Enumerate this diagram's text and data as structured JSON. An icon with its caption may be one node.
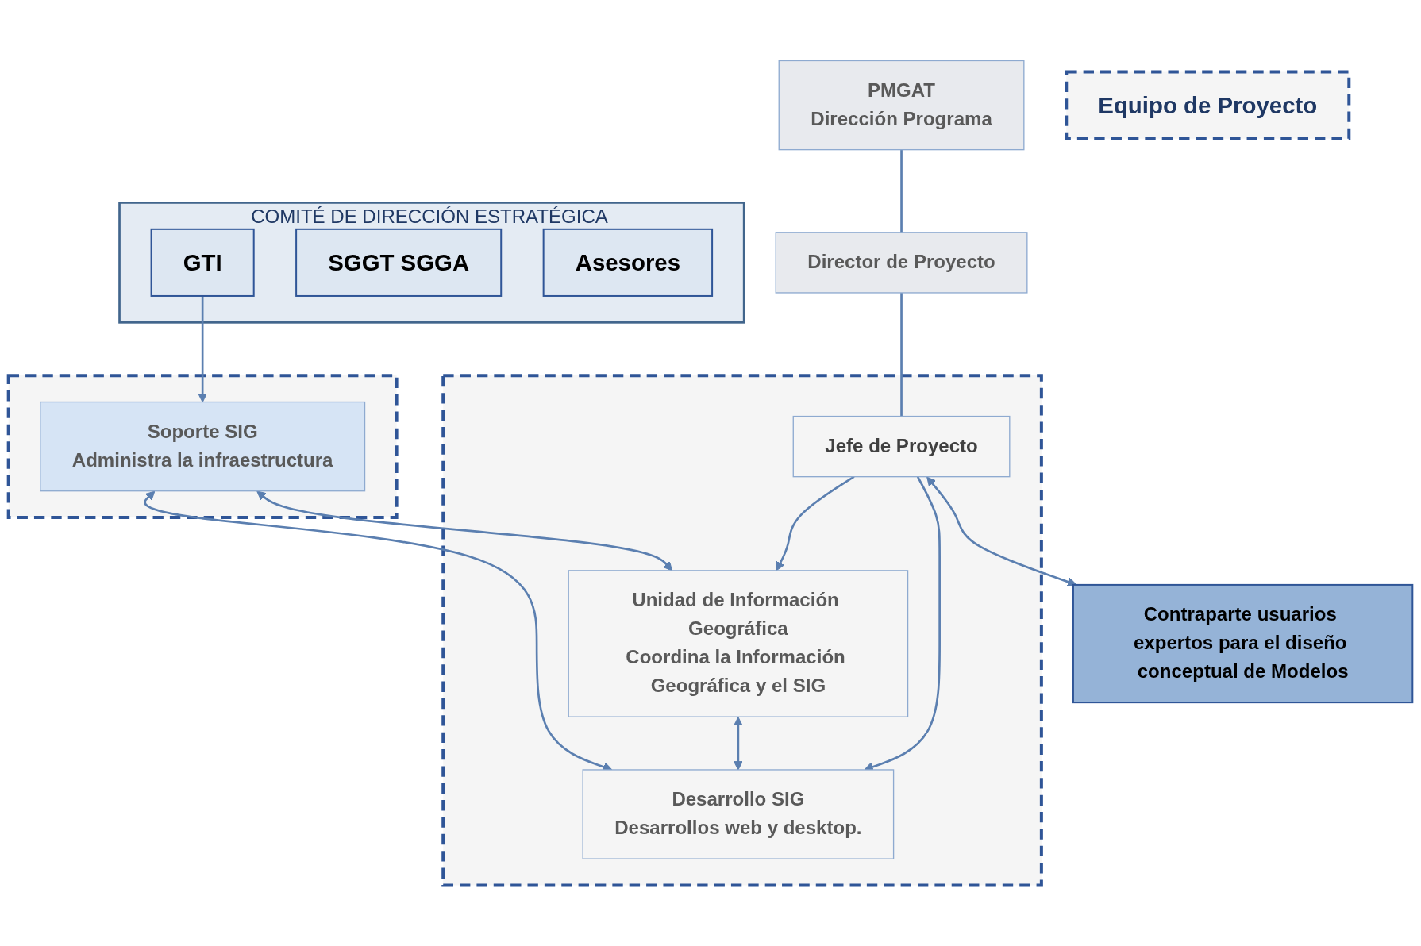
{
  "diagram": {
    "nodes": [
      {
        "text": [
          "COMITÉ DE DIRECCIÓN ESTRATÉGICA"
        ]
      },
      {
        "text": [
          "GTI"
        ],
        "in": 0
      },
      {
        "text": [
          "SGGT SGGA"
        ],
        "in": 0
      },
      {
        "text": [
          "PMGAT",
          "Dirección Programa"
        ]
      },
      {
        "text": [
          "Director de Proyecto"
        ]
      },
      {
        "text": [
          "Asesores"
        ],
        "in": 0
      },
      {
        "text": [],
        "shape": "box"
      },
      {
        "text": [
          "Jefe de Proyecto"
        ],
        "in": 6
      },
      {
        "text": [
          "Contraparte usuarios expertos para el diseño conceptual de Modelos"
        ]
      },
      {
        "text": [],
        "shape": "box"
      },
      {
        "text": [
          "Soporte SIG",
          "Administra la infraestructura"
        ],
        "in": 9
      },
      {
        "text": [
          "Unidad de Información Geográfica",
          "Coordina la Información Geográfica y el SIG"
        ],
        "in": 6
      },
      {
        "text": [
          "Desarrollo SIG",
          "Desarrollos web y desktop."
        ],
        "in": 6
      },
      {
        "text": [
          "Equipo de Proyecto"
        ]
      }
    ],
    "edges": [
      {
        "from": 3,
        "to": 4,
        "arrow": "none"
      },
      {
        "from": 4,
        "to": 7,
        "arrow": "none"
      },
      {
        "from": 1,
        "to": 10,
        "arrow": "to"
      },
      {
        "from": 7,
        "to": 8,
        "arrow": "both"
      },
      {
        "from": 7,
        "to": 11,
        "arrow": "to"
      },
      {
        "from": 7,
        "to": 12,
        "arrow": "to"
      },
      {
        "from": 11,
        "to": 12,
        "arrow": "both"
      },
      {
        "from": 10,
        "to": 11,
        "arrow": "both"
      },
      {
        "from": 10,
        "to": 12,
        "arrow": "both"
      }
    ]
  }
}
